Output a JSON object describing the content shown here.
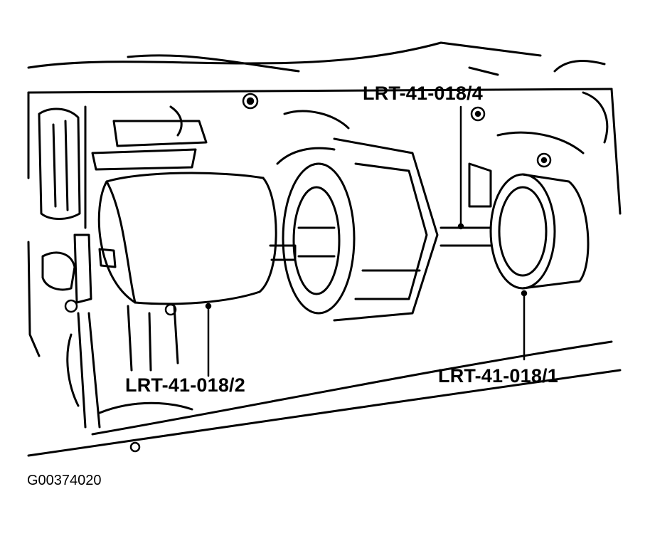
{
  "callouts": {
    "tool_4": "LRT-41-018/4",
    "tool_2": "LRT-41-018/2",
    "tool_1": "LRT-41-018/1"
  },
  "figure_id": "G00374020",
  "colors": {
    "ink": "#000000",
    "paper": "#ffffff"
  }
}
